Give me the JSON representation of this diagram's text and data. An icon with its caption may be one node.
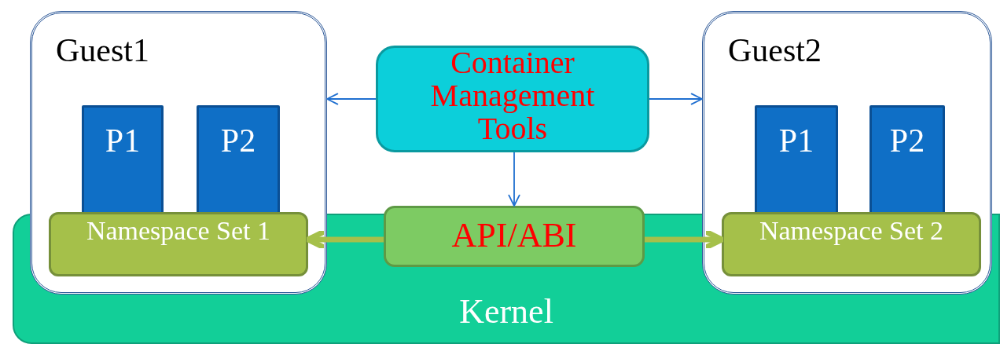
{
  "diagram": {
    "nodes": [
      {
        "text": [
          "Kernel"
        ]
      },
      {
        "text": [
          "Guest1"
        ]
      },
      {
        "text": [
          "P1"
        ],
        "in": 1
      },
      {
        "text": [
          "P2"
        ],
        "in": 1
      },
      {
        "text": [
          "Namespace Set 1"
        ]
      },
      {
        "text": [
          "Container Management Tools"
        ]
      },
      {
        "text": [
          "API/ABI"
        ],
        "in": 0
      },
      {
        "text": [
          "Guest2"
        ]
      },
      {
        "text": [
          "P1"
        ],
        "in": 7
      },
      {
        "text": [
          "P2"
        ],
        "in": 7
      },
      {
        "text": [
          "Namespace Set 2"
        ]
      }
    ],
    "edges": [
      {
        "from": 5,
        "to": 1,
        "arrow": "to"
      },
      {
        "from": 5,
        "to": 7,
        "arrow": "to"
      },
      {
        "from": 5,
        "to": 6,
        "arrow": "to"
      },
      {
        "from": 6,
        "to": 4,
        "arrow": "to",
        "style": "thick",
        "color": "#a5c04a"
      },
      {
        "from": 6,
        "to": 10,
        "arrow": "to",
        "style": "thick",
        "color": "#a5c04a"
      }
    ]
  }
}
